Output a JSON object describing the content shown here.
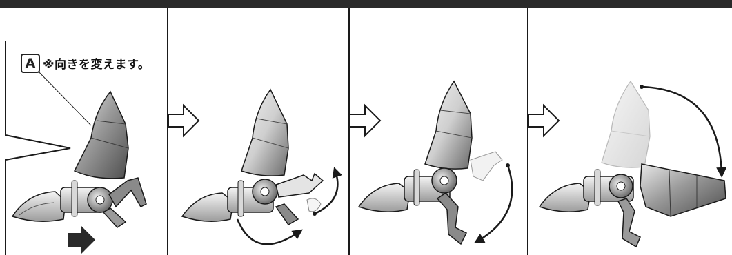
{
  "callout": {
    "label": "A",
    "note": "※向きを変えます。"
  },
  "colors": {
    "dark_grey": "#5c5c5c",
    "mid_grey": "#8a8a8a",
    "light_grey": "#c8c8c8",
    "ghost_grey": "#e6e6e6",
    "line": "#1a1a1a"
  },
  "steps": [
    {
      "name": "step-1",
      "action": "slide-arrow"
    },
    {
      "name": "step-2",
      "action": "rotate-leg"
    },
    {
      "name": "step-3",
      "action": "rotate-leg-down"
    },
    {
      "name": "step-4",
      "action": "flip-wing"
    }
  ]
}
